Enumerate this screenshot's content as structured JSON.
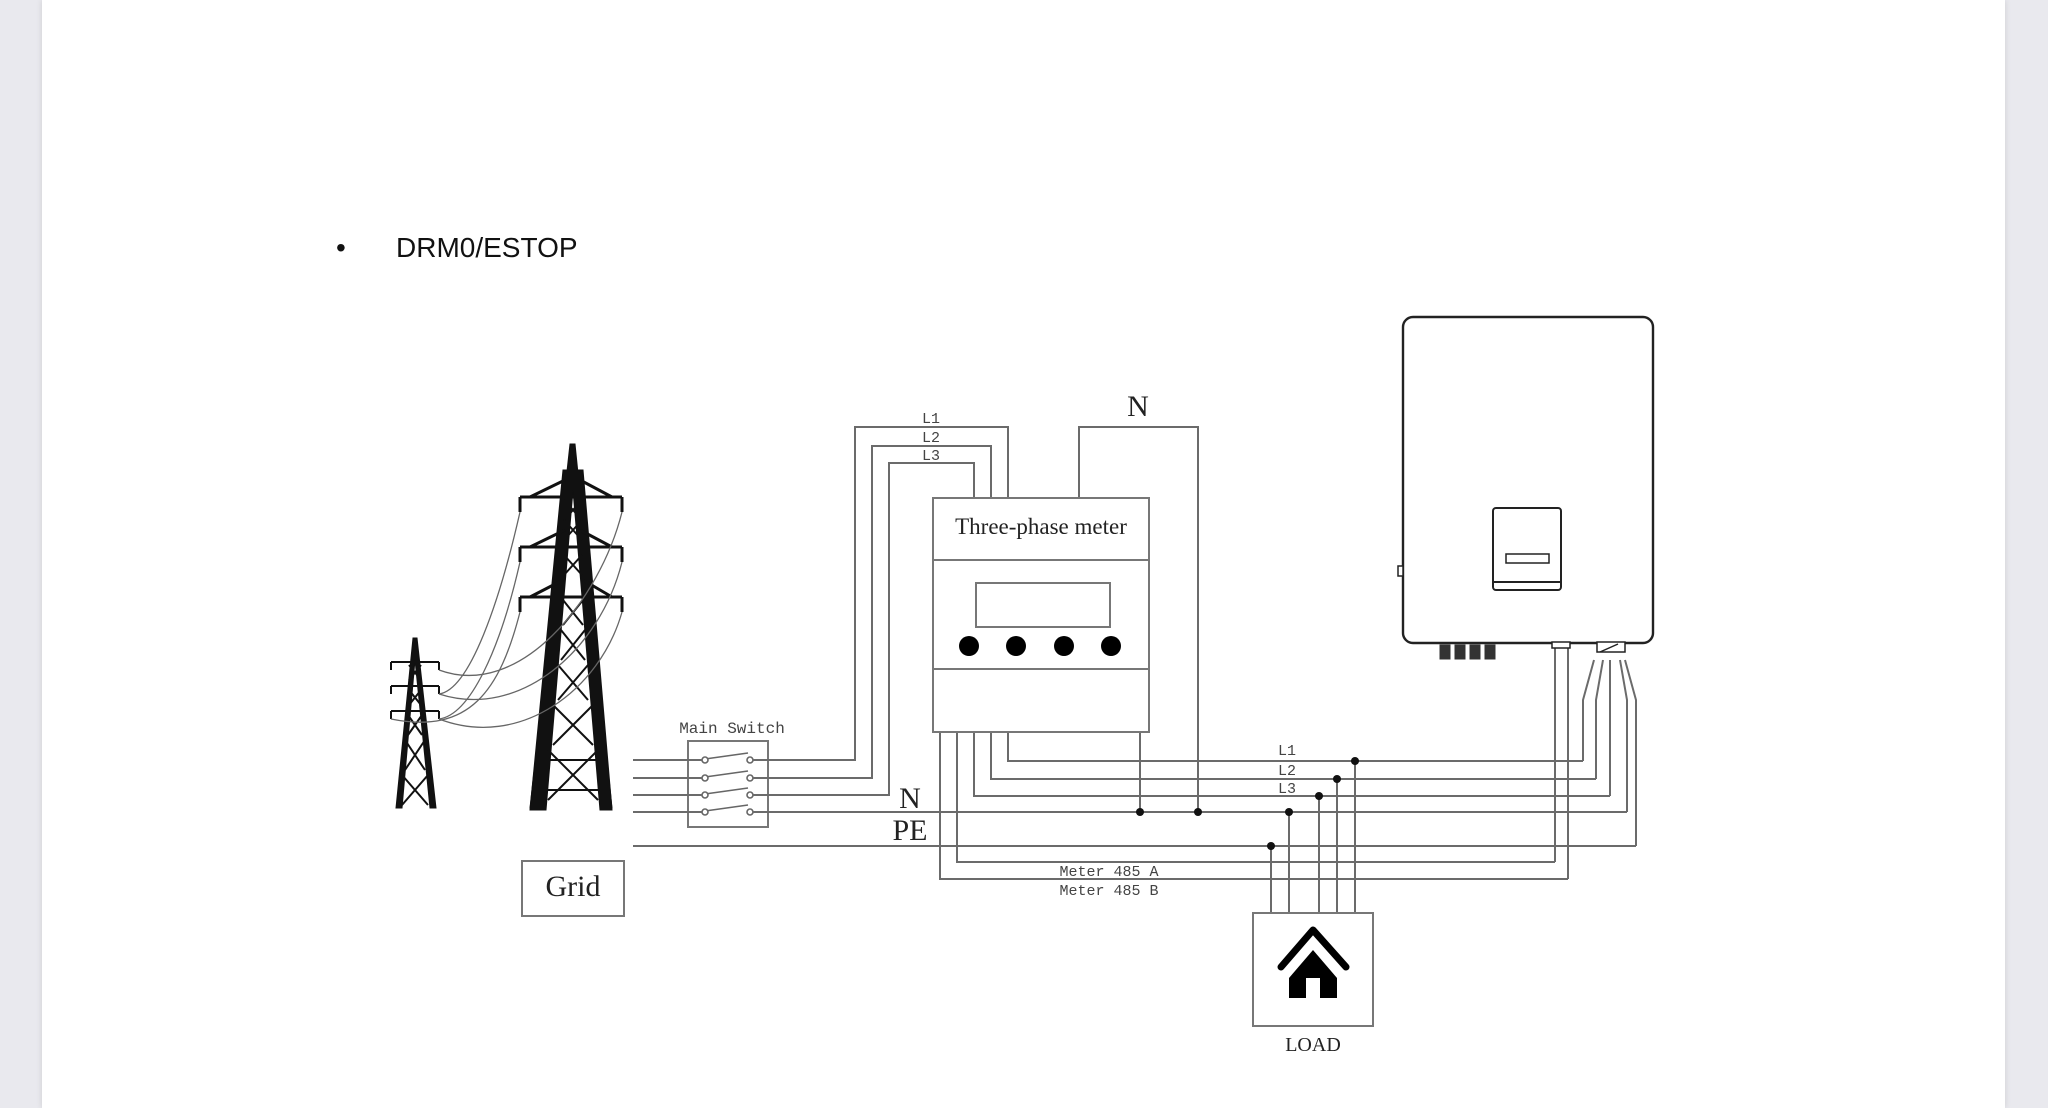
{
  "document": {
    "bullet": "•",
    "heading": "DRM0/ESTOP"
  },
  "diagram": {
    "grid_label": "Grid",
    "main_switch_label": "Main Switch",
    "meter_title": "Three-phase meter",
    "top_wire_labels": [
      "L1",
      "L2",
      "L3"
    ],
    "top_neutral_label": "N",
    "side_labels": [
      "N",
      "PE"
    ],
    "right_wire_labels": [
      "L1",
      "L2",
      "L3"
    ],
    "comm_labels": [
      "Meter 485 A",
      "Meter 485 B"
    ],
    "load_label": "LOAD",
    "icons": [
      "transmission-tower-icon",
      "house-icon",
      "inverter-icon",
      "switch-icon"
    ]
  }
}
